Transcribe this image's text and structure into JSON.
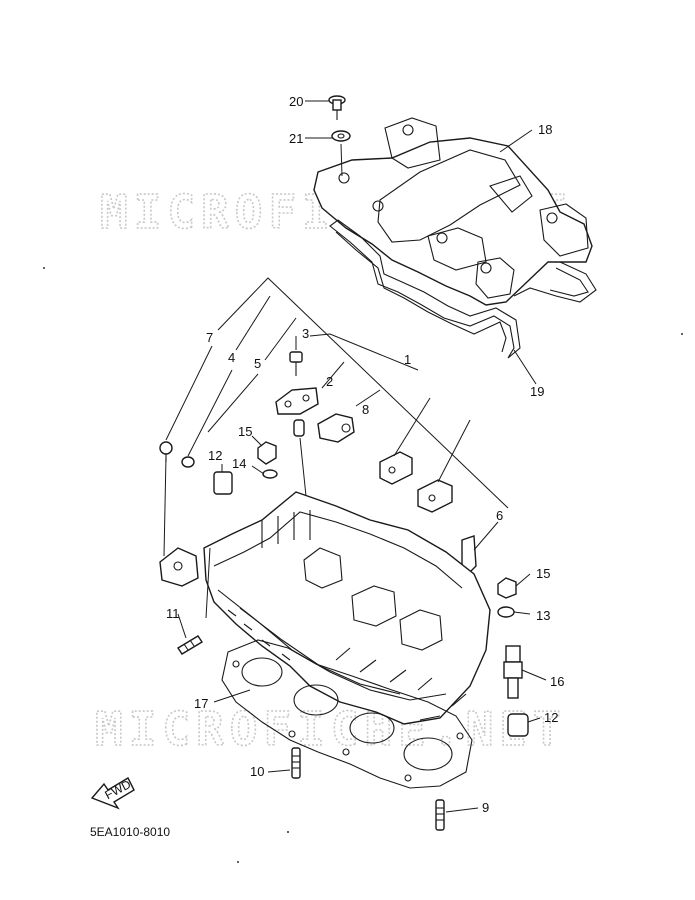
{
  "watermark": {
    "text": "MICROFICHE.NET",
    "color": "#c8c8c8"
  },
  "diagram_code": "5EA1010-8010",
  "fwd_label": "FWD",
  "callouts": [
    {
      "id": "c20",
      "label": "20"
    },
    {
      "id": "c21",
      "label": "21"
    },
    {
      "id": "c18",
      "label": "18"
    },
    {
      "id": "c19",
      "label": "19"
    },
    {
      "id": "c7",
      "label": "7"
    },
    {
      "id": "c4",
      "label": "4"
    },
    {
      "id": "c5",
      "label": "5"
    },
    {
      "id": "c3",
      "label": "3"
    },
    {
      "id": "c2",
      "label": "2"
    },
    {
      "id": "c1",
      "label": "1"
    },
    {
      "id": "c8",
      "label": "8"
    },
    {
      "id": "c15a",
      "label": "15"
    },
    {
      "id": "c12a",
      "label": "12"
    },
    {
      "id": "c14",
      "label": "14"
    },
    {
      "id": "c6",
      "label": "6"
    },
    {
      "id": "c15b",
      "label": "15"
    },
    {
      "id": "c13",
      "label": "13"
    },
    {
      "id": "c11",
      "label": "11"
    },
    {
      "id": "c16",
      "label": "16"
    },
    {
      "id": "c17",
      "label": "17"
    },
    {
      "id": "c12b",
      "label": "12"
    },
    {
      "id": "c10",
      "label": "10"
    },
    {
      "id": "c9",
      "label": "9"
    }
  ]
}
